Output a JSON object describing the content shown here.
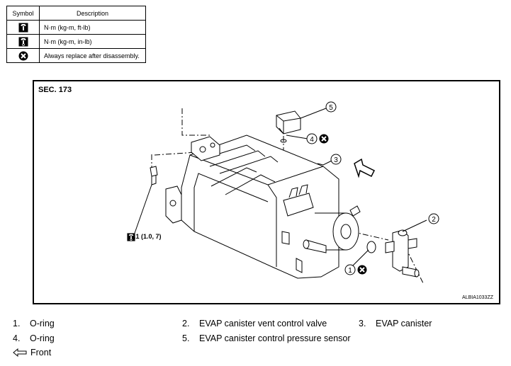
{
  "legend": {
    "header_symbol": "Symbol",
    "header_description": "Description",
    "rows": [
      {
        "icon": "torque-ftlb-icon",
        "description": "N·m (kg-m, ft-lb)"
      },
      {
        "icon": "torque-inlb-icon",
        "description": "N·m (kg-m, in-lb)"
      },
      {
        "icon": "replace-icon",
        "description": "Always replace after disassembly."
      }
    ]
  },
  "diagram": {
    "section": "SEC. 173",
    "figure_id": "ALBIA1033ZZ",
    "torque_label": "10.1 (1.0, 7)",
    "callouts": [
      "1",
      "2",
      "3",
      "4",
      "5"
    ]
  },
  "parts": [
    {
      "number": "1.",
      "name": "O-ring"
    },
    {
      "number": "2.",
      "name": "EVAP canister vent control valve"
    },
    {
      "number": "3.",
      "name": "EVAP canister"
    },
    {
      "number": "4.",
      "name": "O-ring"
    },
    {
      "number": "5.",
      "name": "EVAP canister control pressure sensor"
    }
  ],
  "front_label": "Front"
}
